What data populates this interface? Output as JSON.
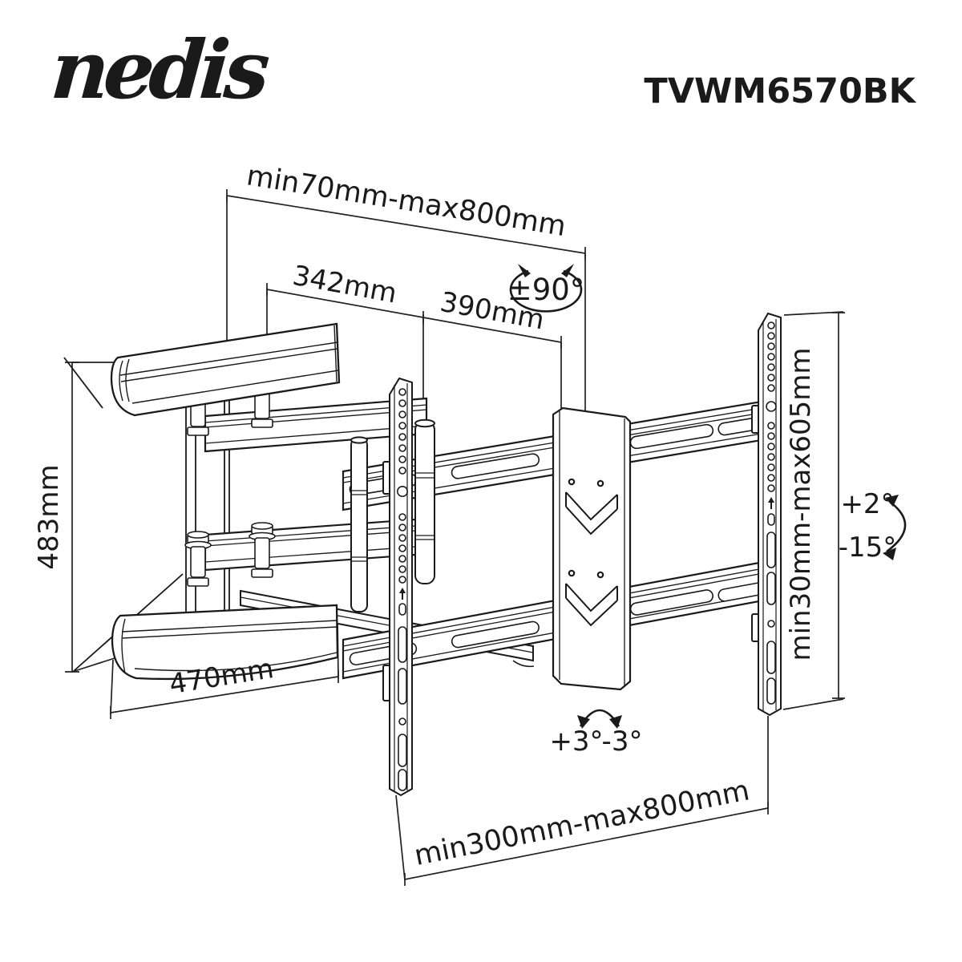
{
  "header": {
    "logo": "nedis",
    "model": "TVWM6570BK"
  },
  "dimensions": {
    "extension_range": "min70mm-max800mm",
    "wall_plate_width": "342mm",
    "arm_reach": "390mm",
    "swivel_range": "±90°",
    "wall_plate_height": "483mm",
    "arm_length": "470mm",
    "vesa_height_range": "min30mm-max605mm",
    "tilt_up": "+2°",
    "tilt_down": "-15°",
    "level_adjust_left": "+3°",
    "level_adjust_right": "-3°",
    "vesa_width_range": "min300mm-max800mm"
  },
  "colors": {
    "line": "#1a1a1a",
    "background": "#ffffff"
  }
}
